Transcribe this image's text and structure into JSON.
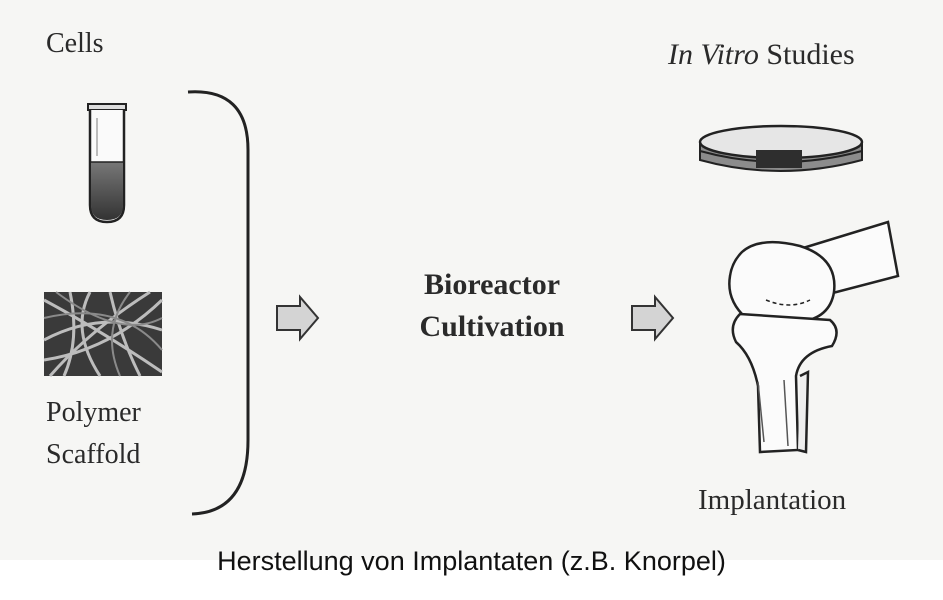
{
  "cells_label": "Cells",
  "in_vitro": {
    "italic": "In Vitro",
    "rest": " Studies"
  },
  "scaffold_label": {
    "line1": "Polymer",
    "line2": "Scaffold"
  },
  "bioreactor_label": {
    "line1": "Bioreactor",
    "line2": "Cultivation"
  },
  "implantation_label": "Implantation",
  "caption": "Herstellung von Implantaten (z.B. Knorpel)",
  "colors": {
    "ink": "#2a2a2a",
    "background": "#f6f6f4"
  }
}
